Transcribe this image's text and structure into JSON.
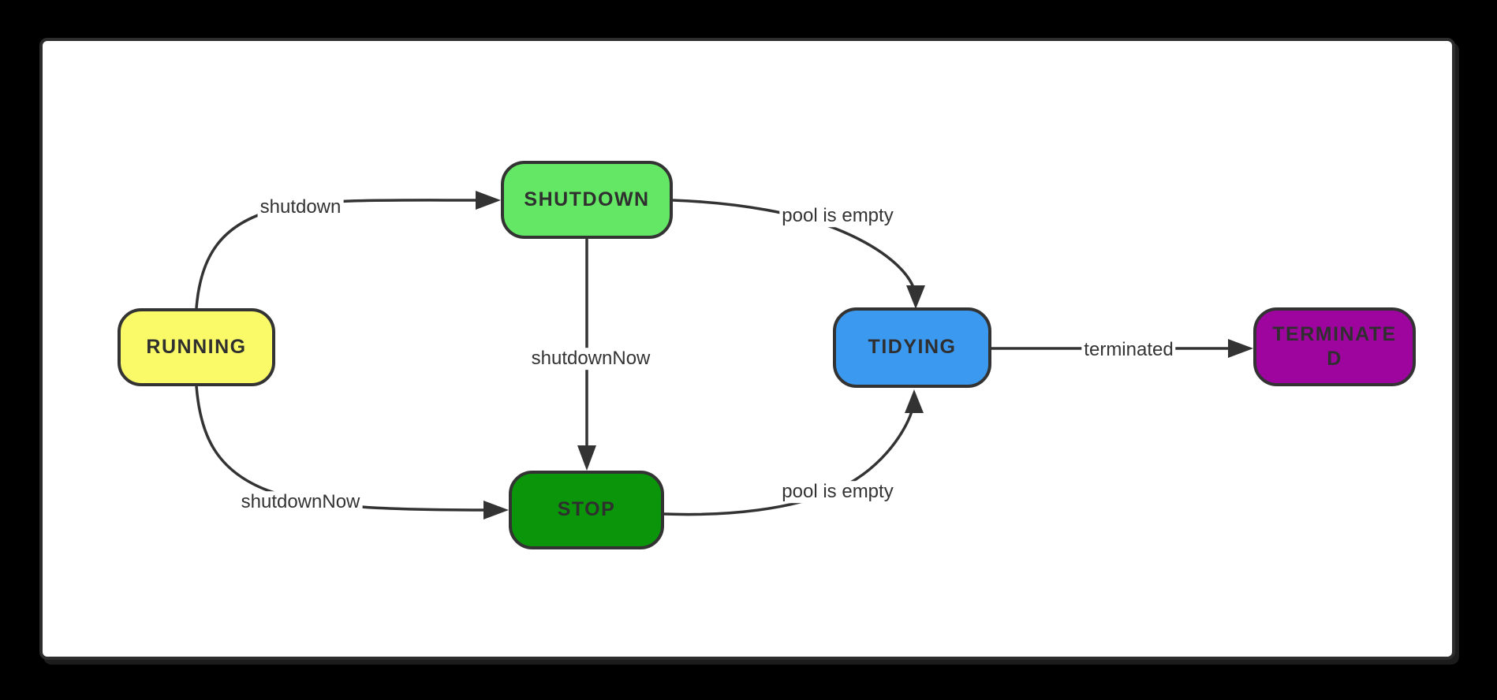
{
  "diagram": {
    "kind": "state-diagram",
    "colors": {
      "page_background": "#000000",
      "canvas_background": "#FFFFFF",
      "line": "#333333",
      "text": "#333333"
    },
    "nodes": {
      "running": {
        "label": "RUNNING",
        "fill": "#FAFA69"
      },
      "shutdown": {
        "label": "SHUTDOWN",
        "fill": "#64E764"
      },
      "stop": {
        "label": "STOP",
        "fill": "#0A950A"
      },
      "tidying": {
        "label": "TIDYING",
        "fill": "#3B99F0"
      },
      "terminated": {
        "label": "TERMINATED",
        "line1": "TERMINATE",
        "line2": "D",
        "fill": "#9E059E"
      }
    },
    "edges": {
      "running_to_shutdown": {
        "from": "RUNNING",
        "to": "SHUTDOWN",
        "label": "shutdown"
      },
      "running_to_stop": {
        "from": "RUNNING",
        "to": "STOP",
        "label": "shutdownNow"
      },
      "shutdown_to_stop": {
        "from": "SHUTDOWN",
        "to": "STOP",
        "label": "shutdownNow"
      },
      "shutdown_to_tidying": {
        "from": "SHUTDOWN",
        "to": "TIDYING",
        "label": "pool is empty"
      },
      "stop_to_tidying": {
        "from": "STOP",
        "to": "TIDYING",
        "label": "pool is empty"
      },
      "tidying_to_terminated": {
        "from": "TIDYING",
        "to": "TERMINATED",
        "label": "terminated"
      }
    }
  }
}
